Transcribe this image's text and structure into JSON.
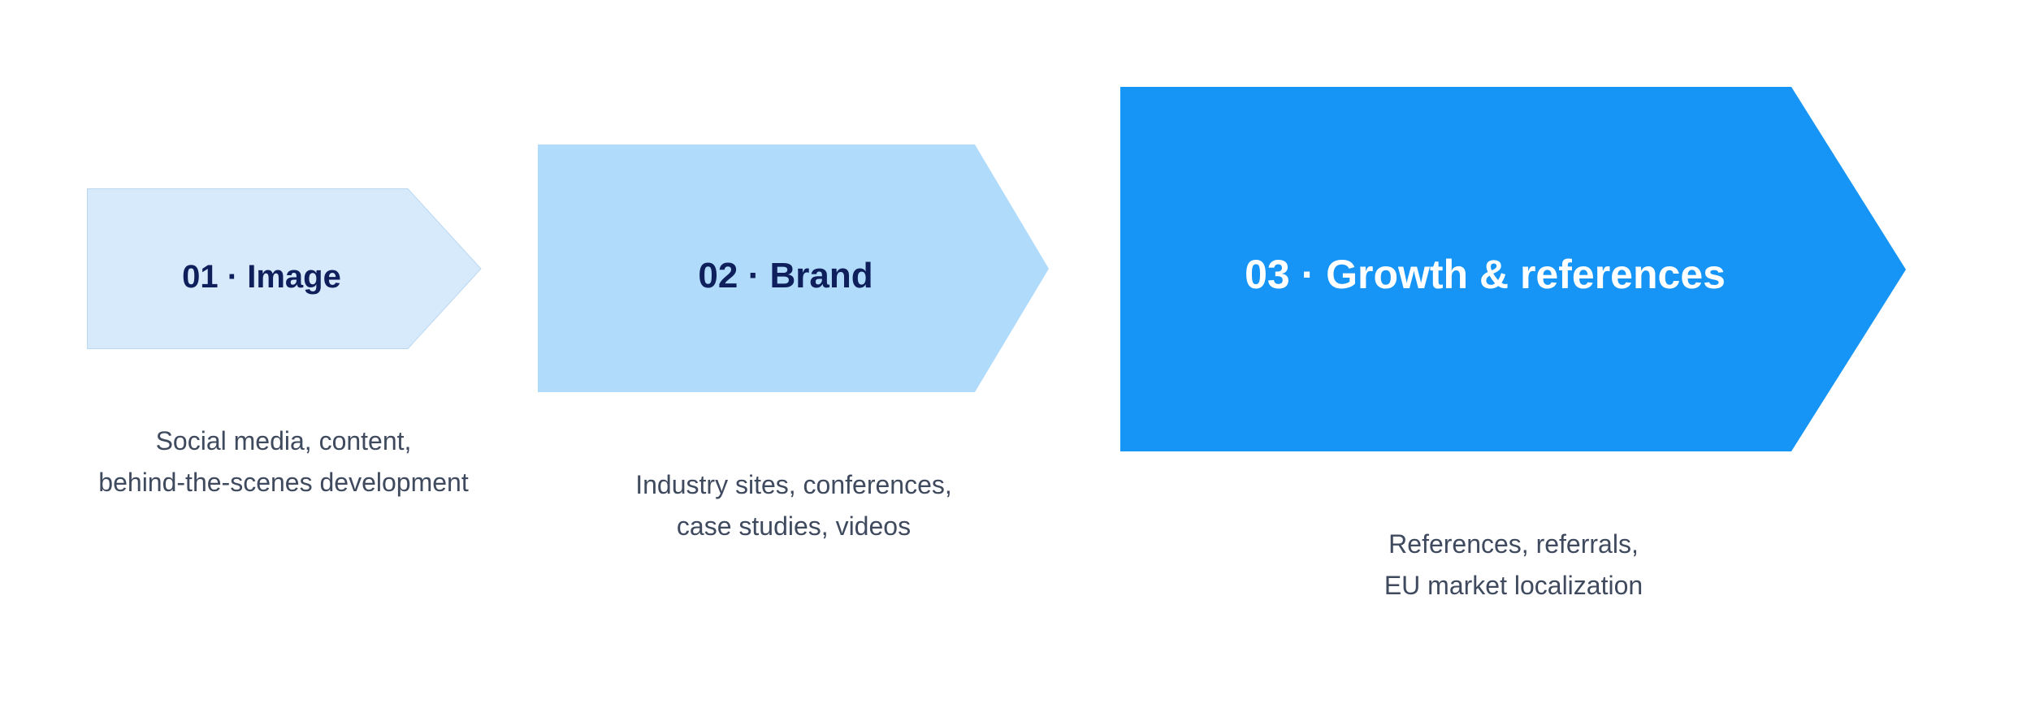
{
  "steps": [
    {
      "label": "01 · Image",
      "description": [
        "Social media, content,",
        "behind-the-scenes development"
      ],
      "fill": "#d6eafc",
      "stroke": "#bcd7f0",
      "text_color": "#0f1f5c"
    },
    {
      "label": "02 · Brand",
      "description": [
        "Industry sites, conferences,",
        "case studies, videos"
      ],
      "fill": "#b0dbfb",
      "stroke": "#b0dbfb",
      "text_color": "#0f1f5c"
    },
    {
      "label": "03 · Growth & references",
      "description": [
        "References, referrals,",
        "EU market localization"
      ],
      "fill": "#1695f6",
      "stroke": "#1695f6",
      "text_color": "#ffffff"
    }
  ]
}
